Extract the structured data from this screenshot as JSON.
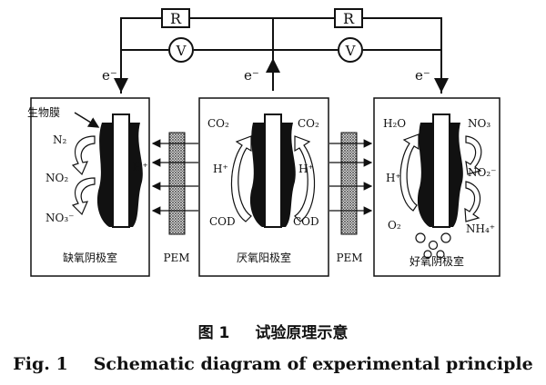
{
  "wires": {
    "resistor_left": "R",
    "resistor_right": "R",
    "voltmeter_left": "V",
    "voltmeter_right": "V",
    "electron_left": "e⁻",
    "electron_mid": "e⁻",
    "electron_right": "e⁻"
  },
  "left_chamber": {
    "label": "缺氧阴极室",
    "biofilm": "生物膜",
    "n2": "N₂",
    "no2": "NO₂",
    "no3": "NO₃⁻",
    "h": "H⁺"
  },
  "middle_chamber": {
    "label": "厌氧阳极室",
    "co2_left": "CO₂",
    "co2_right": "CO₂",
    "h_left": "H⁺",
    "h_right": "H⁺",
    "cod_left": "COD",
    "cod_right": "COD"
  },
  "right_chamber": {
    "label": "好氧阴极室",
    "h2o": "H₂O",
    "no3": "NO₃",
    "no2": "NO₂⁻",
    "h": "H⁺",
    "o2": "O₂",
    "nh4": "NH₄⁺"
  },
  "membranes": {
    "left": "PEM",
    "right": "PEM"
  },
  "caption": {
    "cn_num": "图 1",
    "cn_title": "试验原理示意",
    "en_num": "Fig. 1",
    "en_title": "Schematic diagram of experimental principle"
  }
}
